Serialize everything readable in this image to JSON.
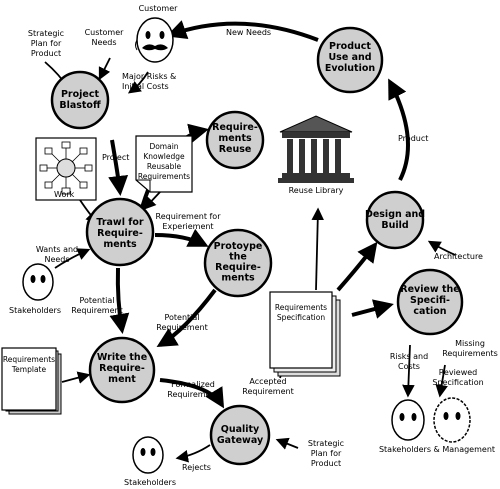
{
  "nodes": {
    "project_blastoff": [
      "Project",
      "Blastoff"
    ],
    "trawl": [
      "Trawl for",
      "Require-",
      "ments"
    ],
    "write_req": [
      "Write the",
      "Require-",
      "ment"
    ],
    "quality_gateway": [
      "Quality",
      "Gateway"
    ],
    "prototype": [
      "Protoype",
      "the",
      "Require-",
      "ments"
    ],
    "reuse": [
      "Require-",
      "ments",
      "Reuse"
    ],
    "product_use": [
      "Product",
      "Use and",
      "Evolution"
    ],
    "design_build": [
      "Design and",
      "Build"
    ],
    "review_spec": [
      "Review the",
      "Specifi-",
      "cation"
    ]
  },
  "documents": {
    "domain_knowledge": [
      "Domain",
      "Knowledge",
      "Reusable",
      "Requirements"
    ],
    "req_template": [
      "Requirements",
      "Template"
    ],
    "req_spec": [
      "Requirements",
      "Specification"
    ]
  },
  "labels": {
    "customer": "Customer",
    "strategic_plan_top": [
      "Strategic",
      "Plan for",
      "Product"
    ],
    "customer_needs": [
      "Customer",
      "Needs"
    ],
    "major_risks": [
      "Major Risks &",
      "Initial Costs"
    ],
    "new_needs": "New Needs",
    "work": "Work",
    "project": "Project",
    "reuse_library": "Reuse Library",
    "product": "Product",
    "req_for_experiment": [
      "Requirement for",
      "Experiement"
    ],
    "wants_needs": [
      "Wants and",
      "Needs"
    ],
    "stakeholders_left": "Stakeholders",
    "potential_req_left": [
      "Potential",
      "Requirement"
    ],
    "potential_req_mid": [
      "Potential",
      "Requirement"
    ],
    "architecture": "Architecture",
    "formalized_req": [
      "Formalized",
      "Requirement"
    ],
    "accepted_req": [
      "Accepted",
      "Requirement"
    ],
    "risks_costs": [
      "Risks and",
      "Costs"
    ],
    "missing_req": [
      "Missing",
      "Requirements"
    ],
    "reviewed_spec": [
      "Reviewed",
      "Specification"
    ],
    "strategic_plan_bottom": [
      "Strategic",
      "Plan for",
      "Product"
    ],
    "rejects": "Rejects",
    "stakeholders_bottom": "Stakeholders",
    "stakeholders_mgmt": "Stakeholders & Management"
  },
  "icons": {
    "customer": "mustached-face-icon",
    "stakeholders": "face-icon",
    "management": "hairy-face-icon",
    "reuse_library": "columned-building-icon",
    "work": "work-breakdown-chart-icon"
  },
  "colors": {
    "node_fill": "#cfcfcf",
    "ink": "#000000",
    "paper": "#ffffff"
  }
}
